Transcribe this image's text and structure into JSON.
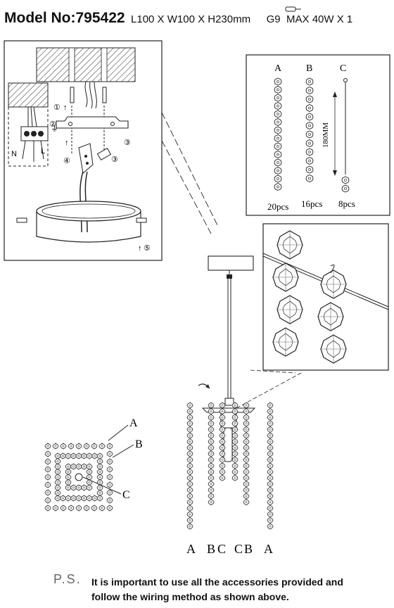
{
  "header": {
    "model": "Model No:795422",
    "dimensions": "L100 X W100 X H230mm",
    "bulb_type": "G9",
    "power": "MAX 40W X 1"
  },
  "steps": [
    "①",
    "②",
    "③",
    "④",
    "⑤"
  ],
  "wire_labels": {
    "neutral": "N",
    "live": "L"
  },
  "crystals": {
    "labels": [
      "A",
      "B",
      "C"
    ],
    "counts": [
      "20pcs",
      "16pcs",
      "8pcs"
    ],
    "c_length": "180MM"
  },
  "top_view_labels": [
    "A",
    "B",
    "C"
  ],
  "strand_labels": [
    "A",
    "B",
    "C",
    "C",
    "B",
    "A"
  ],
  "footer": {
    "ps": "P.S.",
    "note_line1": "It is important to use all the accessories provided and",
    "note_line2": "follow the wiring method as shown above."
  }
}
